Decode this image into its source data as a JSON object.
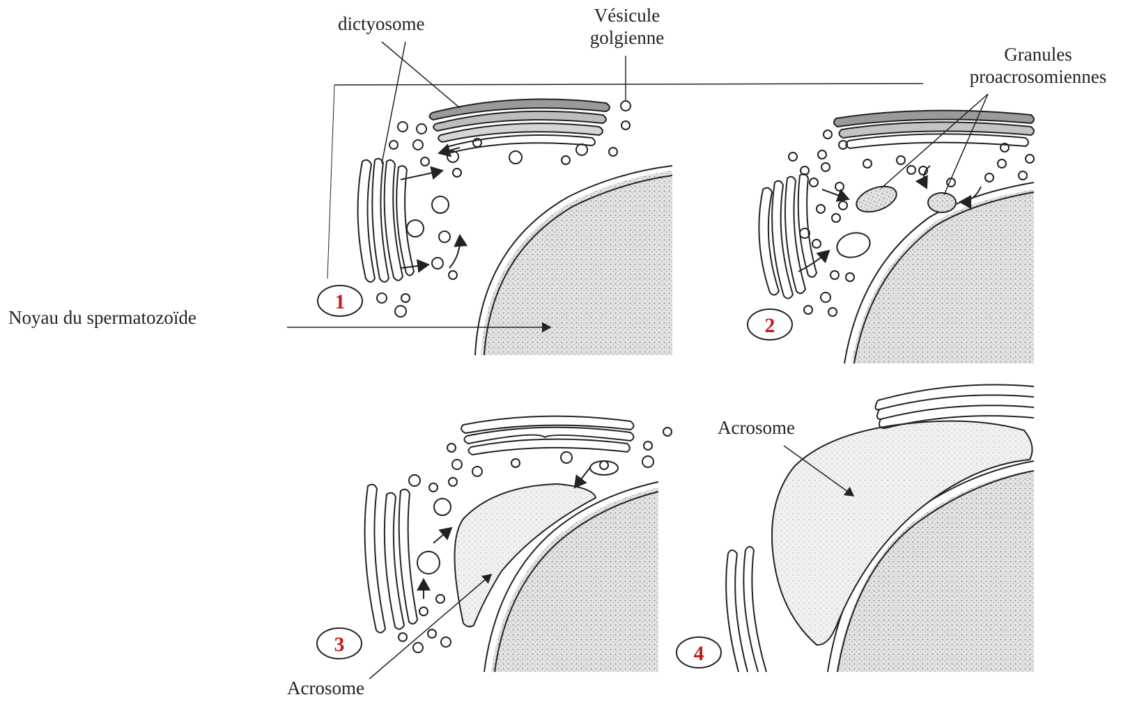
{
  "labels": {
    "dictyosome": "dictyosome",
    "vesicule_line1": "Vésicule",
    "vesicule_line2": "golgienne",
    "granules_line1": "Granules",
    "granules_line2": "proacrosomiennes",
    "noyau": "Noyau du spermatozoïde",
    "acrosome_top": "Acrosome",
    "acrosome_bottom": "Acrosome"
  },
  "steps": [
    "1",
    "2",
    "3",
    "4"
  ],
  "colors": {
    "ink": "#222222",
    "step_number": "#c41c1c",
    "nucleus_fill": "#d9d9d9",
    "acrosome_fill": "#ebebeb",
    "golgi_fill": "#9a9a9a"
  }
}
